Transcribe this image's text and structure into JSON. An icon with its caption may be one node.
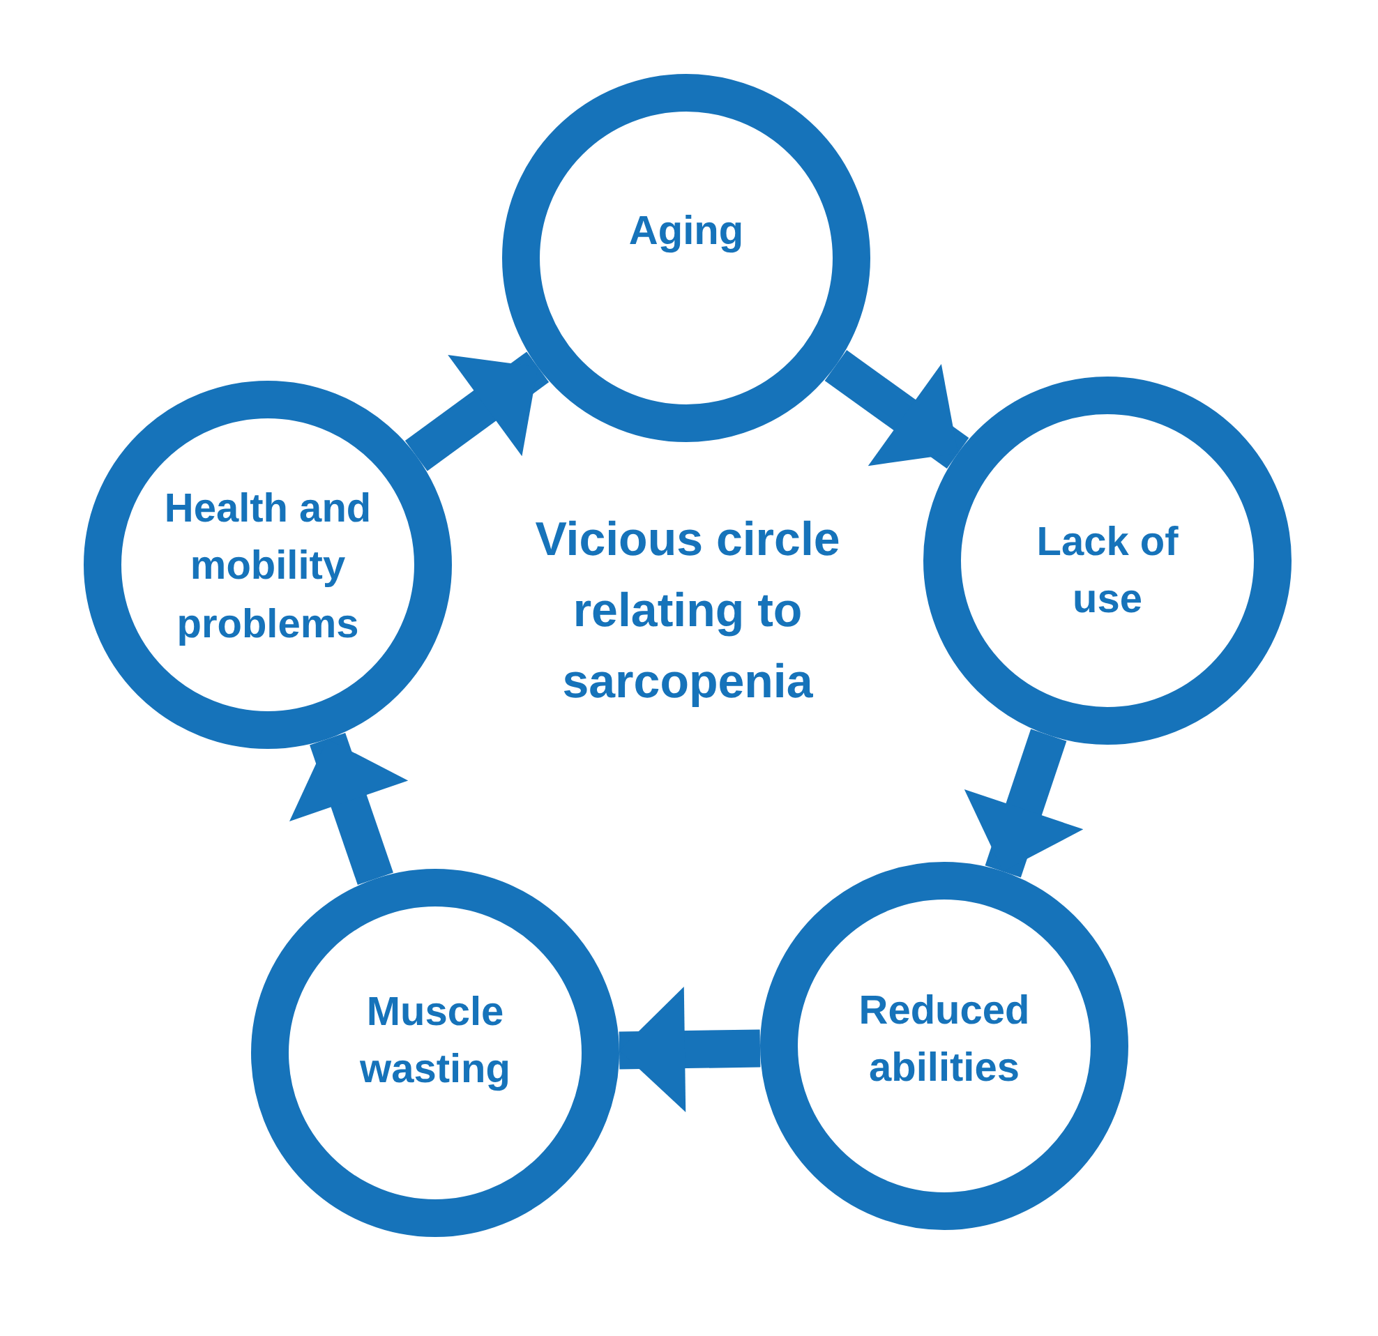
{
  "diagram": {
    "title": "Vicious circle relating to sarcopenia",
    "nodes": [
      {
        "text": [
          "Aging"
        ]
      },
      {
        "text": [
          "Lack of use"
        ]
      },
      {
        "text": [
          "Reduced abilities"
        ]
      },
      {
        "text": [
          "Muscle wasting"
        ]
      },
      {
        "text": [
          "Health and mobility problems"
        ]
      }
    ],
    "edges": [
      {
        "from": 0,
        "to": 1,
        "arrow": "to"
      },
      {
        "from": 1,
        "to": 2,
        "arrow": "to"
      },
      {
        "from": 2,
        "to": 3,
        "arrow": "to"
      },
      {
        "from": 3,
        "to": 4,
        "arrow": "to"
      },
      {
        "from": 4,
        "to": 0,
        "arrow": "to"
      }
    ]
  }
}
